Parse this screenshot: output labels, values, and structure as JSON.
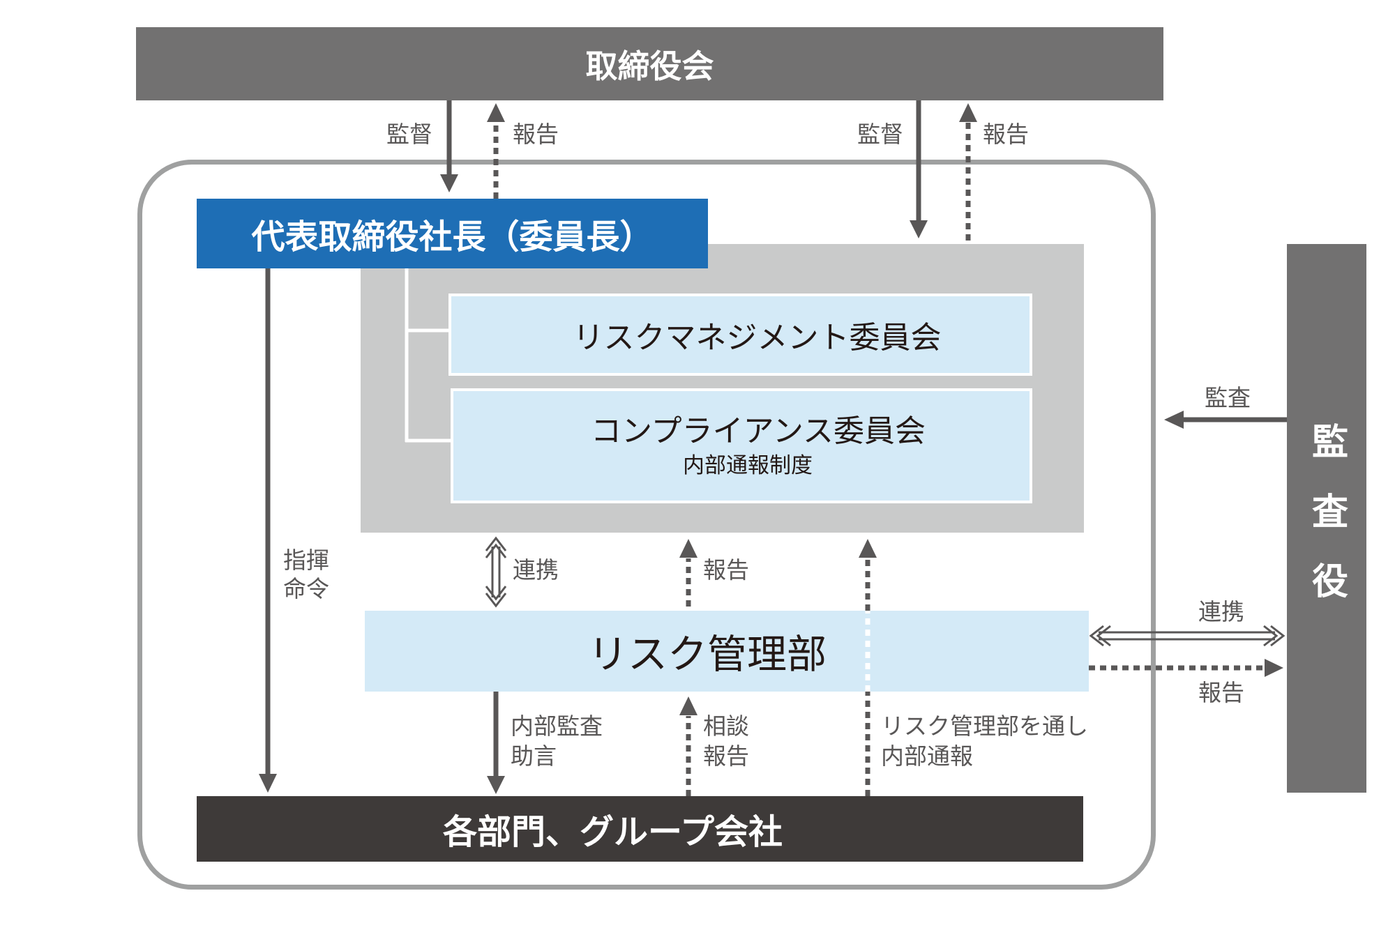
{
  "board": {
    "label": "取締役会"
  },
  "president": {
    "label": "代表取締役社長（委員長）"
  },
  "committees": [
    {
      "name": "リスクマネジメント委員会"
    },
    {
      "name": "コンプライアンス委員会",
      "note": "内部通報制度"
    }
  ],
  "risk_dept": {
    "label": "リスク管理部"
  },
  "divisions": {
    "label": "各部門、グループ会社"
  },
  "auditors": {
    "label": "監査役"
  },
  "flows": {
    "board_to_president": "監督",
    "president_to_board": "報告",
    "board_to_committees": "監督",
    "committees_to_board": "報告",
    "auditors_to_company": "監査",
    "president_to_divisions": [
      "指揮",
      "命令"
    ],
    "committees_risk_link": "連携",
    "risk_to_committees": "報告",
    "risk_to_divisions": [
      "内部監査",
      "助言"
    ],
    "divisions_to_risk": [
      "相談",
      "報告"
    ],
    "divisions_whistleblowing": [
      "リスク管理部を通し",
      "内部通報"
    ],
    "risk_auditors_link": "連携",
    "risk_to_auditors": "報告"
  },
  "colors": {
    "board_bg": "#727171",
    "president_bg": "#1e6eb5",
    "panel_bg": "#c9caca",
    "committee_bg": "#d4eaf7",
    "divisions_bg": "#3e3a39",
    "frame": "#9fa0a0",
    "arrow": "#595757",
    "text": "#231815"
  }
}
